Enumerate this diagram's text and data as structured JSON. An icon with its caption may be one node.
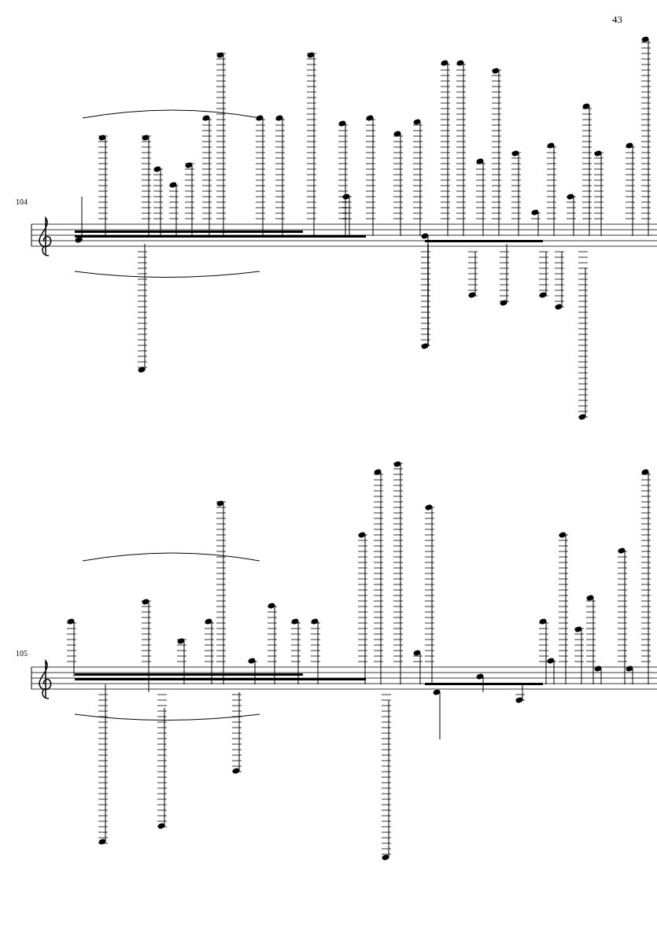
{
  "diagram": {
    "labels": [
      "43",
      "104",
      "105"
    ]
  }
}
